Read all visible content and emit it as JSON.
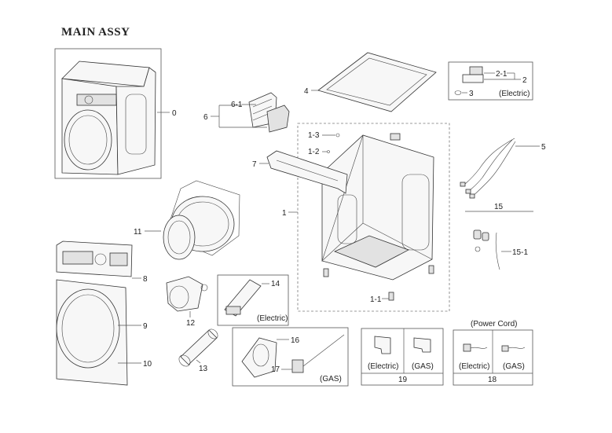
{
  "title": "MAIN ASSY",
  "labels": {
    "p0": "0",
    "p1": "1",
    "p1_1": "1-1",
    "p1_2": "1-2",
    "p1_3": "1-3",
    "p2": "2",
    "p2_1": "2-1",
    "p3": "3",
    "p2_variant": "(Electric)",
    "p4": "4",
    "p5": "5",
    "p6": "6",
    "p6_1": "6-1",
    "p7": "7",
    "p8": "8",
    "p9": "9",
    "p10": "10",
    "p11": "11",
    "p12": "12",
    "p13": "13",
    "p14": "14",
    "p14_variant": "(Electric)",
    "p15": "15",
    "p15_1": "15-1",
    "p16": "16",
    "p17": "17",
    "p16_variant": "(GAS)",
    "p19_electric": "(Electric)",
    "p19_gas": "(GAS)",
    "p19": "19",
    "p18_header": "(Power Cord)",
    "p18_electric": "(Electric)",
    "p18_gas": "(GAS)",
    "p18": "18"
  }
}
